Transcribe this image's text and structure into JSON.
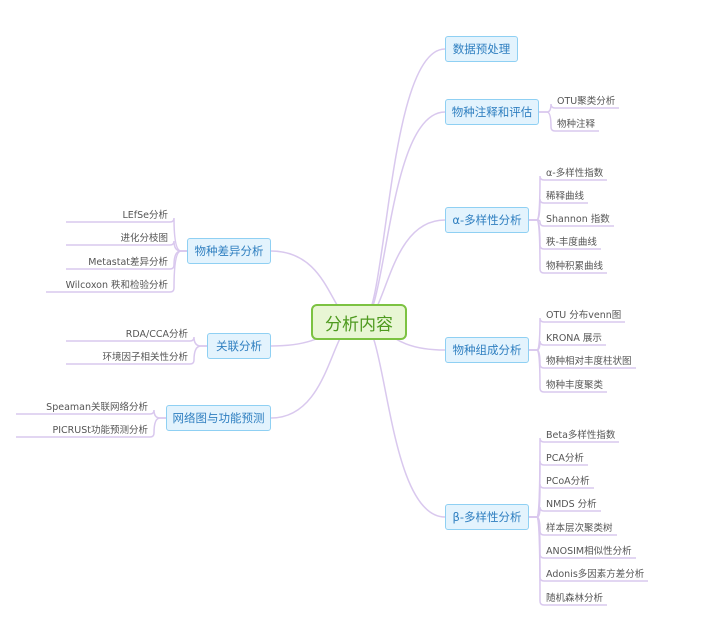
{
  "center": "分析内容",
  "branches": [
    {
      "label": "数据预处理",
      "items": []
    },
    {
      "label": "物种注释和评估",
      "items": [
        "OTU聚类分析",
        "物种注释"
      ]
    },
    {
      "label": "α-多样性分析",
      "items": [
        "α-多样性指数",
        "稀释曲线",
        "Shannon 指数",
        "秩-丰度曲线",
        "物种积累曲线"
      ]
    },
    {
      "label": "物种组成分析",
      "items": [
        "OTU 分布venn图",
        "KRONA 展示",
        "物种相对丰度柱状图",
        "物种丰度聚类"
      ]
    },
    {
      "label": "β-多样性分析",
      "items": [
        "Beta多样性指数",
        "PCA分析",
        "PCoA分析",
        "NMDS 分析",
        "样本层次聚类树",
        "ANOSIM相似性分析",
        "Adonis多因素方差分析",
        "随机森林分析"
      ]
    },
    {
      "label": "物种差异分析",
      "items": [
        "LEfSe分析",
        "进化分枝图",
        "Metastat差异分析",
        "Wilcoxon 秩和检验分析"
      ]
    },
    {
      "label": "关联分析",
      "items": [
        "RDA/CCA分析",
        "环境因子相关性分析"
      ]
    },
    {
      "label": "网络图与功能预测",
      "items": [
        "Speaman关联网络分析",
        "PICRUSt功能预测分析"
      ]
    }
  ],
  "colors": {
    "center_border": "#7cc242",
    "center_fill": "#e8f6d4",
    "branch_border": "#8fd0f3",
    "branch_fill": "#e3f3fd",
    "branch_text": "#2f7fc0",
    "connector": "#d9c8ee"
  }
}
